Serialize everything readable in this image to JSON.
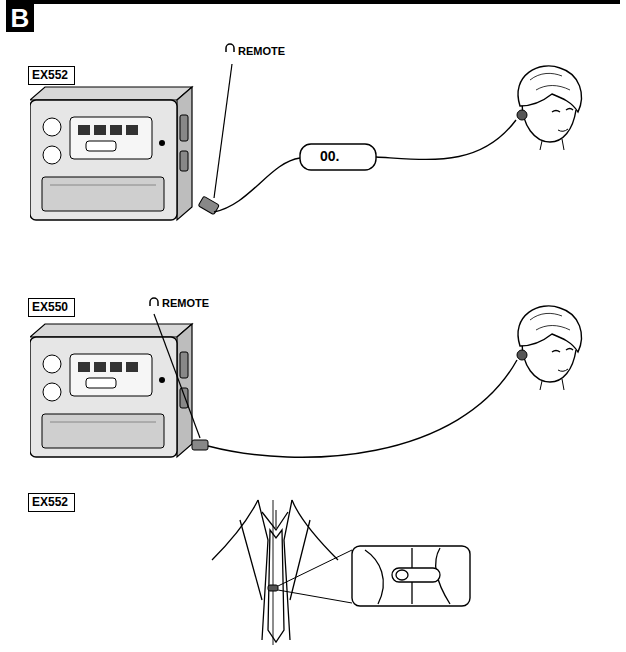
{
  "diagram": {
    "nodes": [
      {
        "text": [
          "B"
        ]
      },
      {
        "text": [
          "EX552"
        ]
      },
      {
        "text": [
          "EX550"
        ]
      },
      {
        "text": [
          "EX552"
        ]
      }
    ],
    "labels": [
      "REMOTE",
      "00.",
      "REMOTE"
    ]
  }
}
